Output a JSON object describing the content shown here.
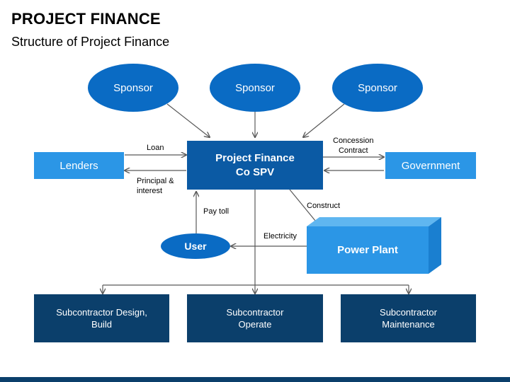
{
  "header": {
    "title": "PROJECT FINANCE",
    "subtitle": "Structure of Project Finance"
  },
  "nodes": {
    "sponsors": [
      "Sponsor",
      "Sponsor",
      "Sponsor"
    ],
    "spv_line1": "Project Finance",
    "spv_line2": "Co SPV",
    "lenders": "Lenders",
    "government": "Government",
    "user": "User",
    "power_plant": "Power Plant",
    "sub_design_line1": "Subcontractor Design,",
    "sub_design_line2": "Build",
    "sub_operate_line1": "Subcontractor",
    "sub_operate_line2": "Operate",
    "sub_maint_line1": "Subcontractor",
    "sub_maint_line2": "Maintenance"
  },
  "edges": {
    "loan": "Loan",
    "principal_line1": "Principal &",
    "principal_line2": "interest",
    "concession_line1": "Concession",
    "concession_line2": "Contract",
    "pay_toll": "Pay toll",
    "construct": "Construct",
    "electricity": "Electricity"
  },
  "colors": {
    "primary_blue": "#0a6bc4",
    "light_blue": "#2b96e6",
    "navy": "#0b3f6b",
    "arrow": "#595959"
  }
}
